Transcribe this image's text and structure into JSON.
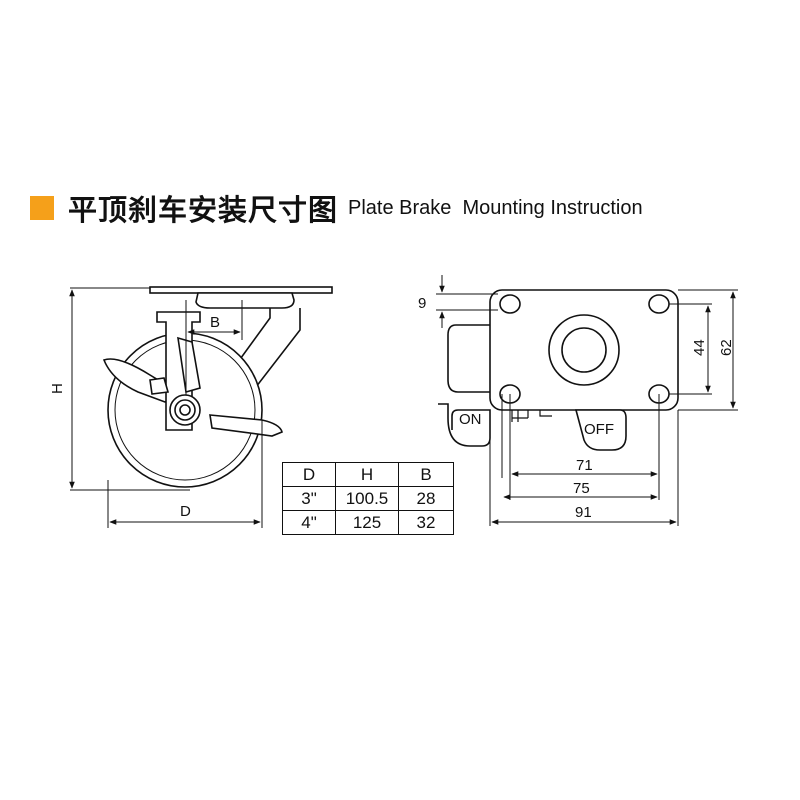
{
  "header": {
    "accent_color": "#F5A01A",
    "title_cn": "平顶刹车安装尺寸图",
    "title_en": "Plate Brake  Mounting Instruction"
  },
  "side_view": {
    "label_h": "H",
    "label_d": "D",
    "label_b": "B"
  },
  "top_view": {
    "dim_9": "9",
    "dim_44": "44",
    "dim_62": "62",
    "dim_71": "71",
    "dim_75": "75",
    "dim_91": "91",
    "label_on": "ON",
    "label_off": "OFF"
  },
  "table": {
    "headers": [
      "D",
      "H",
      "B"
    ],
    "rows": [
      [
        "3\"",
        "100.5",
        "28"
      ],
      [
        "4\"",
        "125",
        "32"
      ]
    ]
  }
}
